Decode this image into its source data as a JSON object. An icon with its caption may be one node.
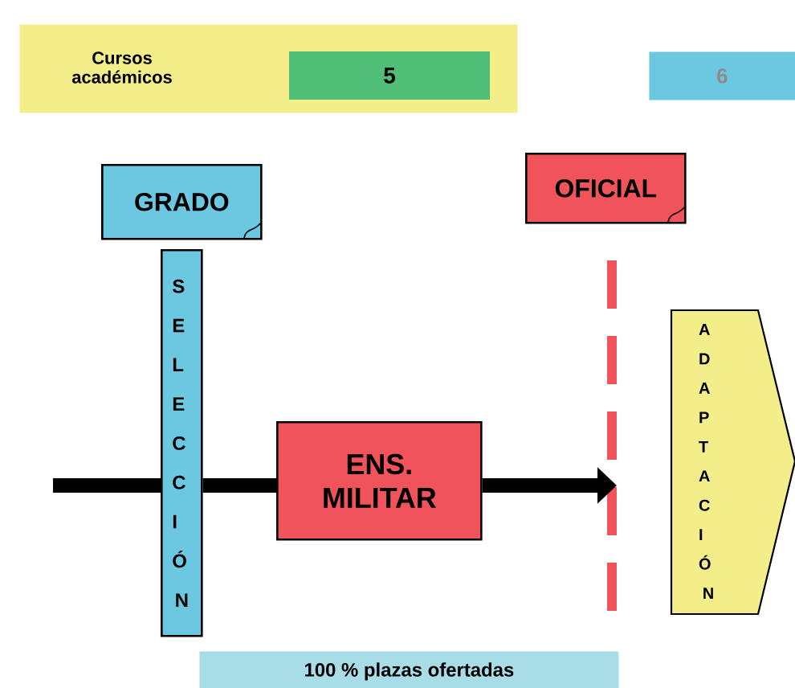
{
  "diagram": {
    "nodes": [
      {
        "text": [
          "Cursos académicos"
        ]
      },
      {
        "text": [
          "5"
        ],
        "in": 0
      },
      {
        "text": [
          "6"
        ]
      },
      {
        "text": [
          "GRADO"
        ]
      },
      {
        "text": [
          "OFICIAL"
        ]
      },
      {
        "text": [
          "SELECCIÓN"
        ]
      },
      {
        "text": [
          "ENS. MILITAR"
        ]
      },
      {
        "text": [
          "ADAPTACIÓN"
        ]
      },
      {
        "text": [
          "100 % plazas ofertadas"
        ]
      }
    ],
    "edges": [
      {
        "from": null,
        "to": 5,
        "arrow": "none"
      },
      {
        "from": 5,
        "to": 6,
        "arrow": "none"
      },
      {
        "from": 6,
        "to": null,
        "arrow": "to"
      }
    ]
  }
}
